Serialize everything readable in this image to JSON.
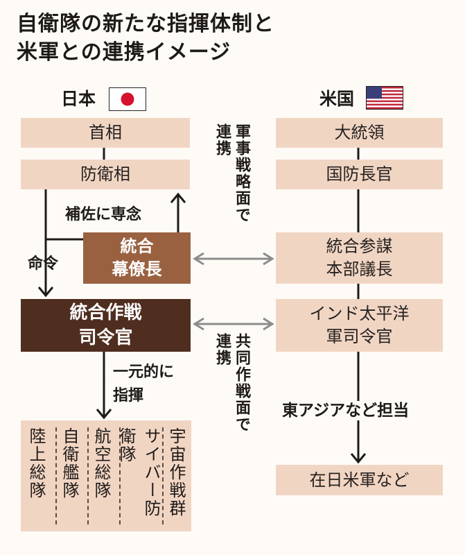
{
  "title": {
    "line1": "自衛隊の新たな指揮体制と",
    "line2": "米軍との連携イメージ"
  },
  "japan": {
    "label": "日本",
    "prime_minister": "首相",
    "defense_minister": "防衛相",
    "joint_chief": [
      "統合",
      "幕僚長"
    ],
    "joint_operations_commander": [
      "統合作戦",
      "司令官"
    ],
    "units": [
      "陸上総隊",
      "自衛艦隊",
      "航空総隊",
      "サイバー防衛隊",
      "宇宙作戦群"
    ]
  },
  "us": {
    "label": "米国",
    "president": "大統領",
    "secretary_of_defense": "国防長官",
    "chairman_jcs": [
      "統合参謀",
      "本部議長"
    ],
    "indopacom_commander": [
      "インド太平洋",
      "軍司令官"
    ],
    "east_asia_label": "東アジアなど担当",
    "usfj": "在日米軍など"
  },
  "connectors": {
    "support": "補佐に専念",
    "command": "命令",
    "unified": [
      "一元的に",
      "指揮"
    ],
    "military_strategy": [
      "軍事戦略面で",
      "連携"
    ],
    "joint_operations": [
      "共同作戦面で",
      "連携"
    ]
  },
  "colors": {
    "light_box": "#f1d5c3",
    "mid_box": "#9a6141",
    "dark_box": "#4f2e1f",
    "arrow_gray": "#8c8c8c",
    "japan_red": "#d6112f"
  }
}
